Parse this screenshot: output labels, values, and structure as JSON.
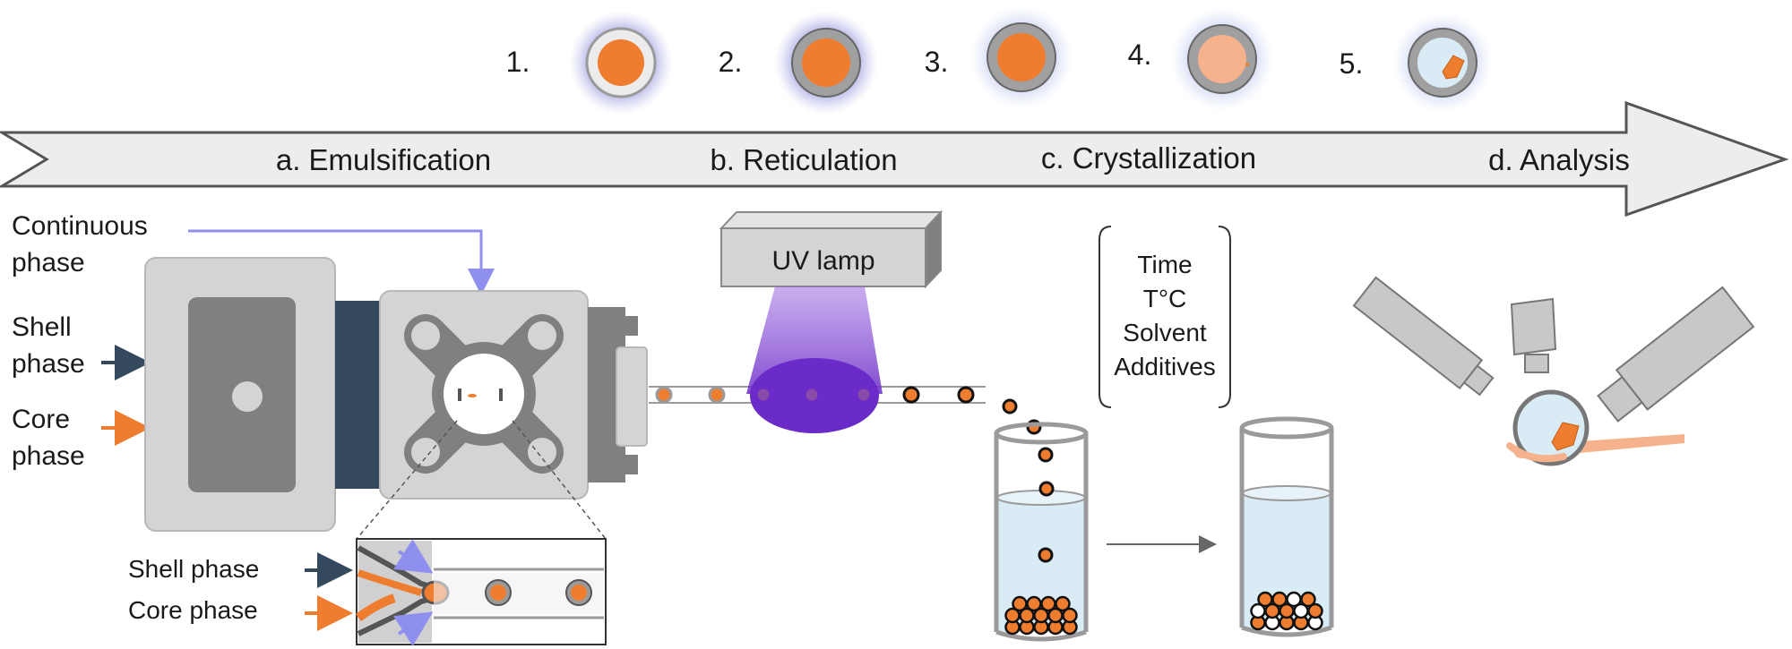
{
  "stages": [
    {
      "num": "1.",
      "core_color": "#ef7d30"
    },
    {
      "num": "2.",
      "core_color": "#ef7d30"
    },
    {
      "num": "3.",
      "core_color": "#ef7d30"
    },
    {
      "num": "4.",
      "core_color": "#f6b28c"
    },
    {
      "num": "5.",
      "core_color": "#ef7d30"
    }
  ],
  "process_steps": [
    "a. Emulsification",
    "b. Reticulation",
    "c. Crystallization",
    "d. Analysis"
  ],
  "inputs": {
    "continuous_phase": [
      "Continuous",
      "phase"
    ],
    "shell_phase": [
      "Shell",
      "phase"
    ],
    "core_phase": [
      "Core",
      "phase"
    ]
  },
  "inset": {
    "shell_phase": "Shell phase",
    "core_phase": "Core phase"
  },
  "uv_lamp": "UV lamp",
  "conditions": [
    "Time",
    "T°C",
    "Solvent",
    "Additives"
  ],
  "colors": {
    "orange": "#ef7d30",
    "light_orange": "#f6b28c",
    "navy": "#34495e",
    "lavender": "#8f8ff0",
    "uv_purple": "#6a2bc8",
    "device_gray": "#d4d4d4",
    "dark_gray": "#888888",
    "liquid": "#d9ecf5"
  }
}
